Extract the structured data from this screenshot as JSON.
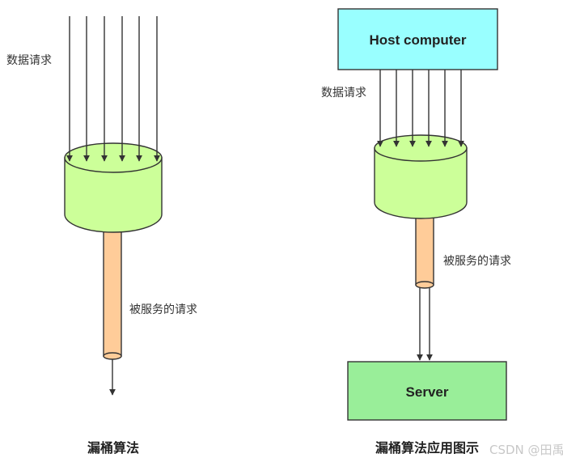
{
  "left_diagram": {
    "incoming_label": "数据请求",
    "served_label": "被服务的请求",
    "caption": "漏桶算法"
  },
  "right_diagram": {
    "host_label": "Host computer",
    "incoming_label": "数据请求",
    "served_label": "被服务的请求",
    "server_label": "Server",
    "caption": "漏桶算法应用图示"
  },
  "watermark": "CSDN @田禹",
  "colors": {
    "bucket_fill": "#ccff99",
    "tube_fill": "#ffcc99",
    "host_fill": "#99ffff",
    "server_fill": "#99ee99",
    "stroke": "#333333"
  }
}
